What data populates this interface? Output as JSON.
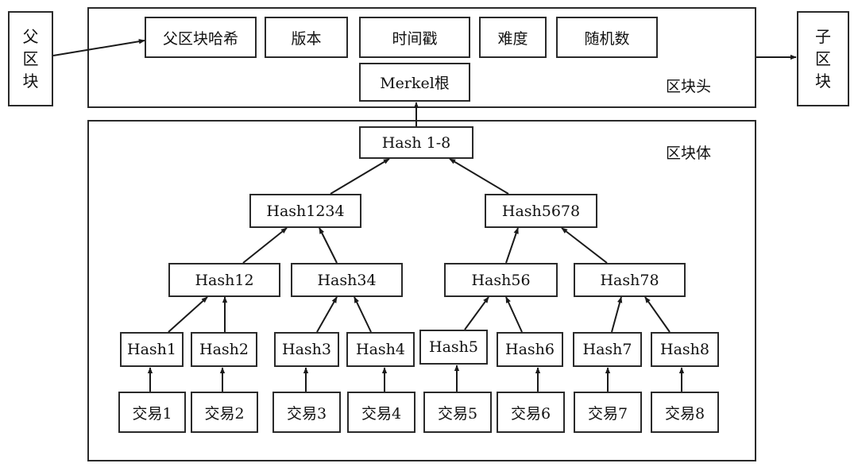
{
  "parent_block": {
    "chars": [
      "父",
      "区",
      "块"
    ]
  },
  "child_block": {
    "chars": [
      "子",
      "区",
      "块"
    ]
  },
  "header": {
    "label": "区块头",
    "fields": {
      "parent_hash": "父区块哈希",
      "version": "版本",
      "timestamp": "时间戳",
      "difficulty": "难度",
      "nonce": "随机数",
      "merkle_root": "Merkel根"
    }
  },
  "body": {
    "label": "区块体",
    "root": "Hash 1-8",
    "level2": [
      "Hash1234",
      "Hash5678"
    ],
    "level3": [
      "Hash12",
      "Hash34",
      "Hash56",
      "Hash78"
    ],
    "leaves": [
      "Hash1",
      "Hash2",
      "Hash3",
      "Hash4",
      "Hash5",
      "Hash6",
      "Hash7",
      "Hash8"
    ],
    "transactions": [
      "交易1",
      "交易2",
      "交易3",
      "交易4",
      "交易5",
      "交易6",
      "交易7",
      "交易8"
    ]
  }
}
